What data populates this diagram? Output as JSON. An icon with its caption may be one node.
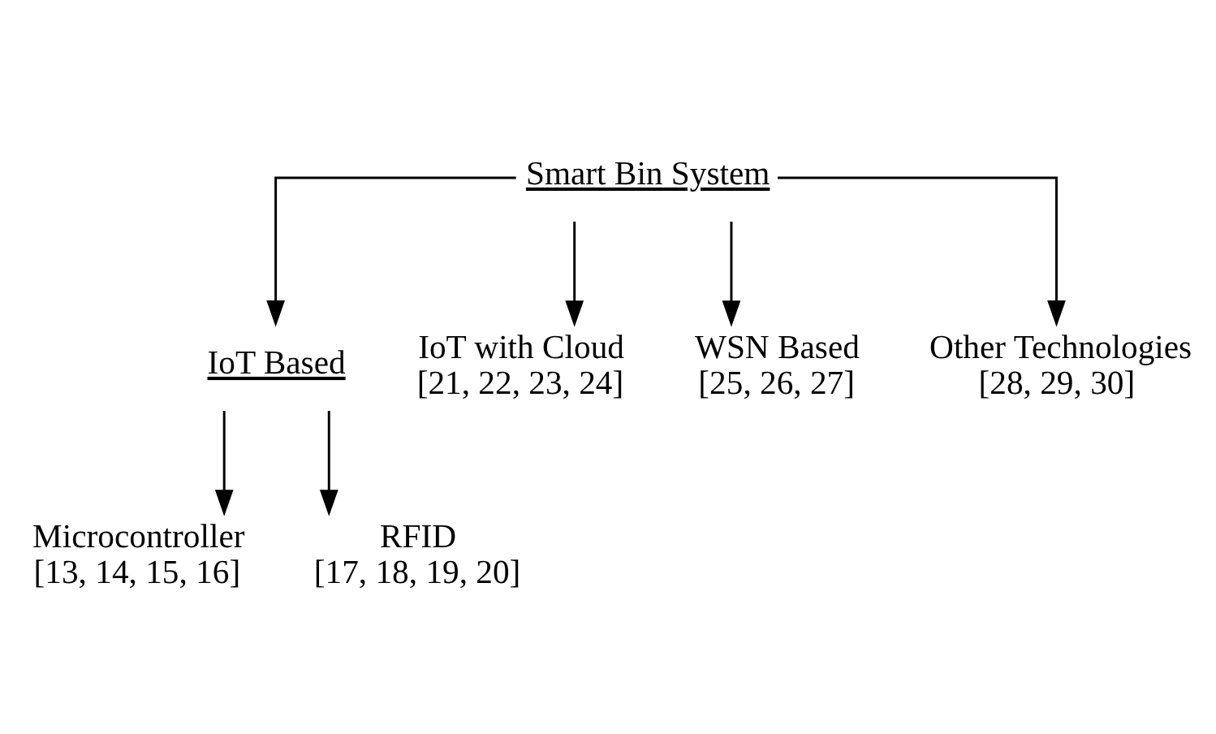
{
  "diagram": {
    "nodes": [
      {
        "text": [
          "Smart Bin System"
        ]
      },
      {
        "text": [
          "IoT Based"
        ]
      },
      {
        "text": [
          "IoT with Cloud",
          "[21, 22, 23, 24]"
        ]
      },
      {
        "text": [
          "WSN Based",
          "[25, 26, 27]"
        ]
      },
      {
        "text": [
          "Other Technologies",
          "[28, 29, 30]"
        ]
      },
      {
        "text": [
          "Microcontroller",
          "[13, 14, 15, 16]"
        ]
      },
      {
        "text": [
          "RFID",
          "[17, 18, 19, 20]"
        ]
      }
    ],
    "edges": [
      {
        "from": 0,
        "to": 1,
        "arrow": "to"
      },
      {
        "from": 0,
        "to": 2,
        "arrow": "to"
      },
      {
        "from": 0,
        "to": 3,
        "arrow": "to"
      },
      {
        "from": 0,
        "to": 4,
        "arrow": "to"
      },
      {
        "from": 1,
        "to": 5,
        "arrow": "to"
      },
      {
        "from": 1,
        "to": 6,
        "arrow": "to"
      }
    ]
  }
}
